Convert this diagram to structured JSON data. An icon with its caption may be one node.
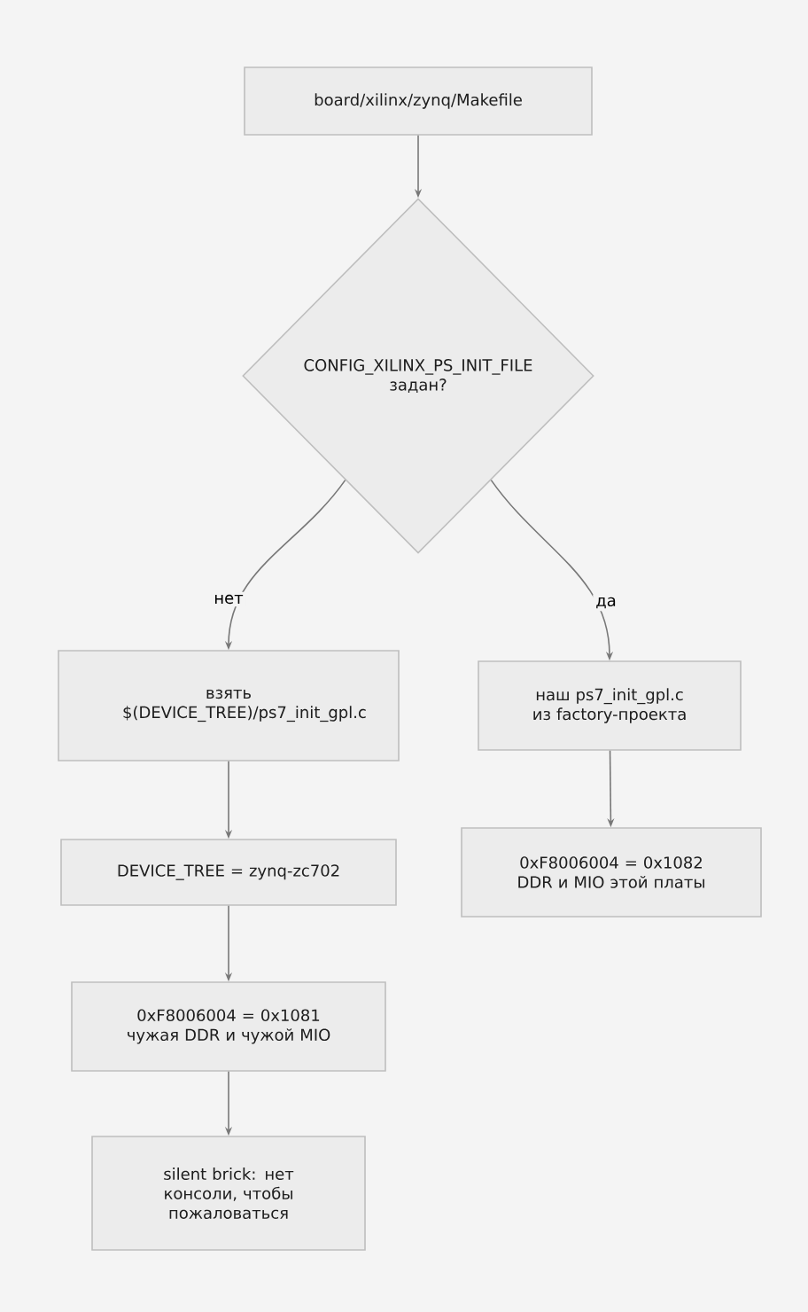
{
  "diagram": {
    "nodes": [
      {
        "text": [
          "board/xilinx/zynq/Makefile"
        ]
      },
      {
        "text": [
          "CONFIG_XILINX_PS_INIT_FILE задан?"
        ]
      },
      {
        "text": [
          "взять $(DEVICE_TREE)/ps7_init_gpl.c"
        ]
      },
      {
        "text": [
          "наш ps7_init_gpl.c из factory-проекта"
        ]
      },
      {
        "text": [
          "DEVICE_TREE = zynq-zc702"
        ]
      },
      {
        "text": [
          "0xF8006004 = 0x1081 чужая DDR и чужой MIO"
        ]
      },
      {
        "text": [
          "silent brick: нет консоли, чтобы пожаловаться"
        ]
      },
      {
        "text": [
          "0xF8006004 = 0x1082 DDR и MIO этой платы"
        ]
      }
    ],
    "edges": [
      {
        "from": 0,
        "to": 1,
        "arrow": "to"
      },
      {
        "from": 1,
        "to": 2,
        "arrow": "to",
        "label": "нет"
      },
      {
        "from": 1,
        "to": 3,
        "arrow": "to",
        "label": "да"
      },
      {
        "from": 2,
        "to": 4,
        "arrow": "to"
      },
      {
        "from": 4,
        "to": 5,
        "arrow": "to"
      },
      {
        "from": 5,
        "to": 6,
        "arrow": "to"
      },
      {
        "from": 3,
        "to": 7,
        "arrow": "to"
      }
    ]
  }
}
